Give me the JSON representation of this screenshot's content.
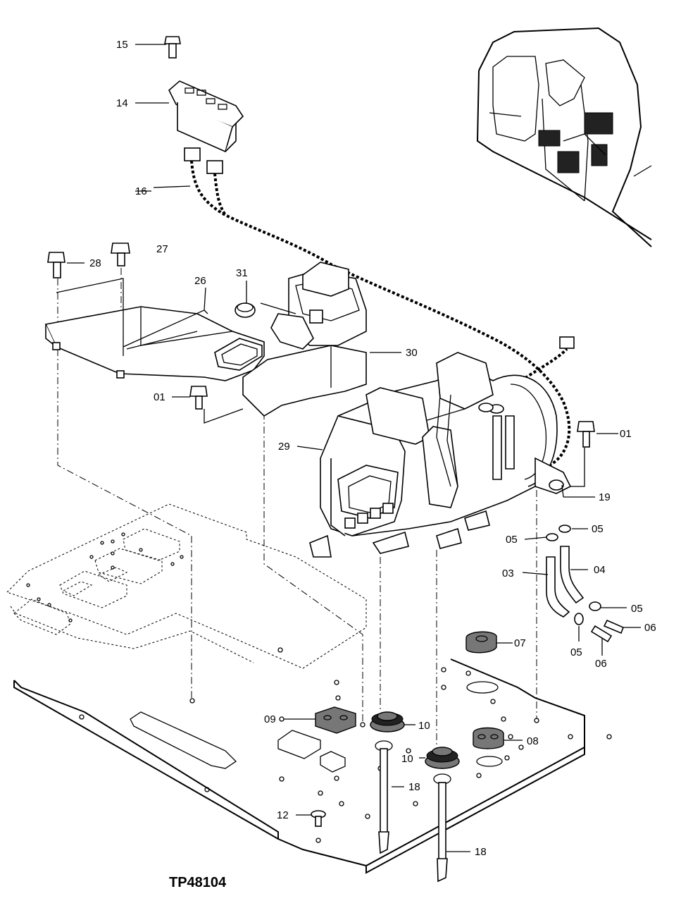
{
  "drawing": {
    "reference": "TP48104",
    "callouts": [
      "01",
      "01",
      "03",
      "04",
      "05",
      "05",
      "05",
      "05",
      "06",
      "06",
      "07",
      "08",
      "09",
      "10",
      "10",
      "12",
      "14",
      "15",
      "16",
      "18",
      "18",
      "19",
      "26",
      "27",
      "28",
      "29",
      "30",
      "31"
    ]
  }
}
